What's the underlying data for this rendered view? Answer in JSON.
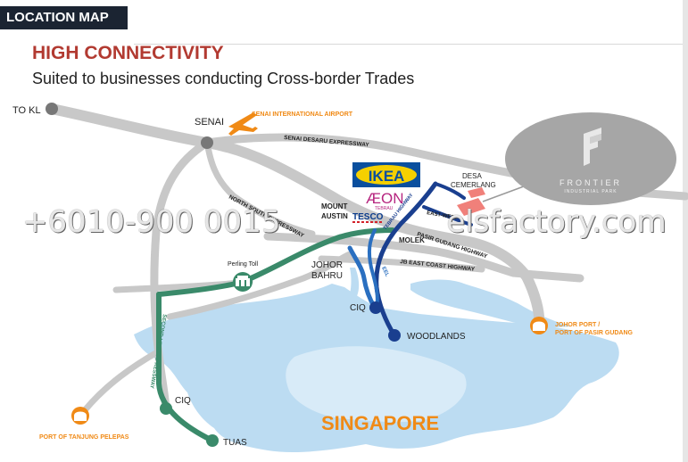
{
  "section_tag": "LOCATION MAP",
  "headline": "HIGH CONNECTIVITY",
  "subhead": "Suited to businesses conducting Cross-border Trades",
  "labels": {
    "to_kl": "TO KL",
    "senai": "SENAI",
    "senai_airport": "SENAI INTERNATIONAL AIRPORT",
    "senai_desaru": "SENAI DESARU EXPRESSWAY",
    "north_south": "NORTH SOUTH EXPRESSWAY",
    "desa_cemerlang_1": "DESA",
    "desa_cemerlang_2": "CEMERLANG",
    "mount_austin_1": "MOUNT",
    "mount_austin_2": "AUSTIN",
    "tebrau_highway": "TEBRAU HIGHWAY",
    "east_west": "EAST-WEST",
    "pasir_gudang_highway": "PASIR GUDANG HIGHWAY",
    "molek": "MOLEK",
    "jb_east_coast": "JB EAST COAST HIGHWAY",
    "johor_bahru_1": "JOHOR",
    "johor_bahru_2": "BAHRU",
    "perling_toll": "Perling Toll",
    "eel": "EEL",
    "ciq_jb": "CIQ",
    "woodlands": "WOODLANDS",
    "johor_port_1": "JOHOR PORT /",
    "johor_port_2": "PORT OF PASIR GUDANG",
    "second_link": "SECOND LINK EXPRESSWAY",
    "ciq_tuas": "CIQ",
    "tuas": "TUAS",
    "port_tanjung": "PORT OF TANJUNG PELEPAS",
    "singapore": "SINGAPORE"
  },
  "brands": {
    "ikea": "IKEA",
    "aeon": "ÆON",
    "aeon_sub": "TEBRAU",
    "tesco": "TESCO"
  },
  "frontier_logo": {
    "name": "FRONTIER",
    "sub": "INDUSTRIAL PARK"
  },
  "watermark": {
    "phone": "+6010-900 0015",
    "site": "elsfactory.com"
  },
  "colors": {
    "accent_red": "#b23a31",
    "road_grey": "#c7c7c7",
    "highway_green": "#3a8a6a",
    "tebrau_blue": "#1a3f8f",
    "eel_blue": "#2a6fc0",
    "water": "#b8d9f0",
    "orange": "#f08a16",
    "site_marker": "#f0807a"
  }
}
